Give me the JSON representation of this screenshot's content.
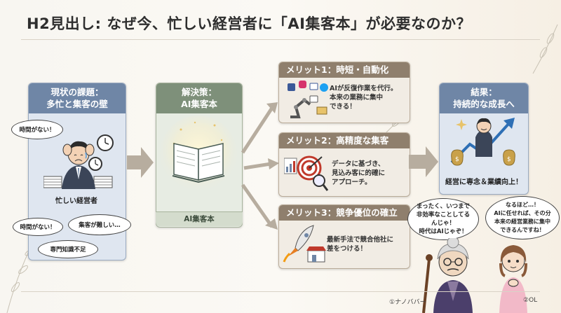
{
  "title": "H2見出し: なぜ今、忙しい経営者に「AI集客本」が必要なのか？",
  "problem": {
    "header": [
      "現状の課題：",
      "多忙と集客の壁"
    ],
    "bubbles": [
      "時間がない！",
      "時間がない！",
      "集客が難しい…",
      "専門知識不足"
    ],
    "caption": "忙しい経営者"
  },
  "solution": {
    "header": [
      "解決策：",
      "AI集客本"
    ],
    "footer": "AI集客本"
  },
  "merits": [
    {
      "header": "メリット1：時短・自動化",
      "lines": [
        "AIが反復作業を代行。",
        "本来の業務に集中",
        "できる！"
      ]
    },
    {
      "header": "メリット2：高精度な集客",
      "lines": [
        "データに基づき、",
        "見込み客に的確に",
        "アプローチ。"
      ]
    },
    {
      "header": "メリット3：競争優位の確立",
      "lines": [
        "最新手法で競合他社に",
        "差をつける！"
      ]
    }
  ],
  "result": {
    "header": [
      "結果：",
      "持続的な成長へ"
    ],
    "caption": "経営に専念＆業績向上！"
  },
  "characters": {
    "grandma_speech": [
      "まったく、いつまで",
      "非効率なことしてる",
      "んじゃ！",
      "時代はAIじゃぞ！"
    ],
    "grandma_label": "①ナノババー",
    "ol_speech": [
      "なるほど…！",
      "AIに任せれば、その分",
      "本来の経営業務に集中",
      "できるんですね！"
    ],
    "ol_label": "②OL"
  },
  "colors": {
    "problem_accent": "#6f86a6",
    "solution_accent": "#7e907a",
    "merit_accent": "#8f7f6d"
  }
}
